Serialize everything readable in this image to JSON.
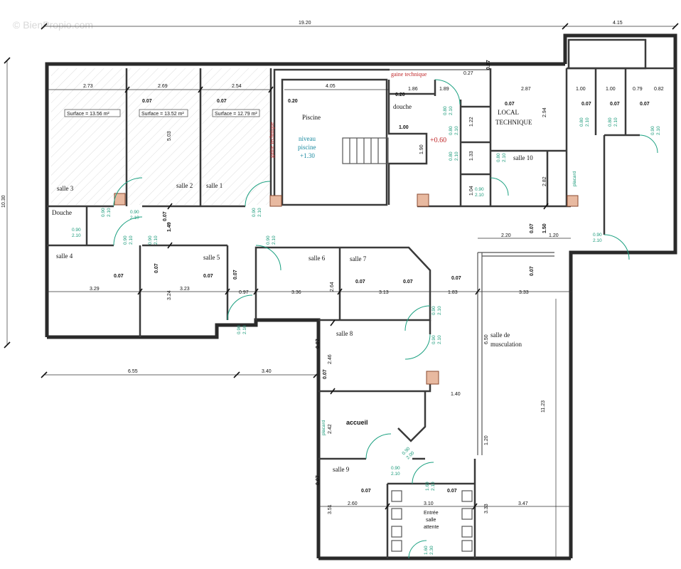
{
  "watermark": "© BienPropio.com",
  "dimensions": {
    "top_total": "19.20",
    "top_right": "4.15",
    "left_total": "10.30",
    "left_bottom_a": "6.55",
    "left_bottom_b": "3.40",
    "r3_w": "2.73",
    "r2_w": "2.69",
    "r1_w": "2.54",
    "pool_w": "4.05",
    "shower_w": "1.86",
    "d_189": "1.89",
    "tech_w": "2.87",
    "d_100a": "1.00",
    "d_100b": "1.00",
    "d_079": "0.79",
    "d_082": "0.82",
    "wall_007": "0.07",
    "wall_020a": "0.20",
    "wall_020b": "0.20",
    "d_027": "0.27",
    "d_503": "5.03",
    "d_294": "2.94",
    "d_122": "1.22",
    "d_100c": "1.00",
    "d_190": "1.90",
    "d_133": "1.33",
    "d_104": "1.04",
    "d_282": "2.82",
    "d_149": "1.49",
    "d_150": "1.50",
    "d_220": "2.20",
    "d_120a": "1.20",
    "r4_w": "3.29",
    "r5_w": "3.23",
    "d_324": "3.24",
    "d_097": "0.97",
    "r6_w": "3.36",
    "d_264": "2.64",
    "r7_w": "3.13",
    "d_183": "1.83",
    "d_333a": "3.33",
    "d_650": "6.50",
    "d_246": "2.46",
    "d_140": "1.40",
    "d_1123": "11.23",
    "d_242": "2.42",
    "d_120b": "1.20",
    "d_351": "3.51",
    "r9_w": "2.60",
    "d_310": "3.10",
    "d_333b": "3.33",
    "d_347": "3.47"
  },
  "surfaces": {
    "s3": "Surface = 13.56 m²",
    "s2": "Surface = 13.52 m²",
    "s1": "Surface = 12.79 m²"
  },
  "rooms": {
    "salle3": "salle 3",
    "salle2": "salle 2",
    "salle1": "salle 1",
    "piscine": "Piscine",
    "niveau1": "niveau",
    "niveau2": "piscine",
    "niveau3": "+1.30",
    "douche_top": "douche",
    "plus060": "+0.60",
    "local1": "LOCAL",
    "local2": "TECHNIQUE",
    "salle10": "salle 10",
    "placard_right": "placard",
    "douche_left": "Douche",
    "salle4": "salle 4",
    "salle5": "salle 5",
    "salle6": "salle 6",
    "salle7": "salle 7",
    "salle8": "salle 8",
    "musc1": "salle de",
    "musc2": "musculation",
    "accueil": "accueil",
    "placard_left": "placard",
    "salle9": "salle 9",
    "entree1": "Entrée",
    "entree2": "salle",
    "entree3": "attente"
  },
  "annotations": {
    "gaine_top": "gaine technique",
    "gaine_left": "gaine technique"
  },
  "doors": {
    "w090": "0.90",
    "w080": "0.80",
    "w160": "1.60",
    "h210": "2.10",
    "h200": "2.00",
    "h230": "2.30"
  }
}
